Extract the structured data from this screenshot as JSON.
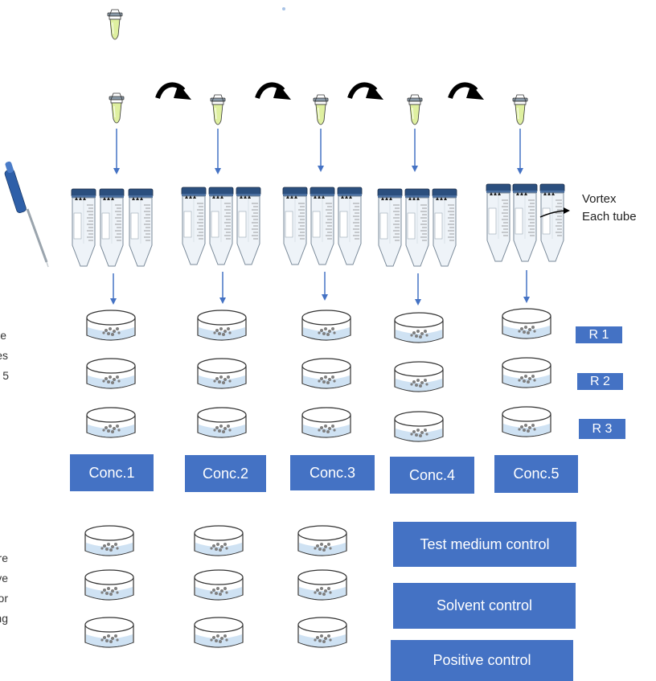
{
  "left_fragments": {
    "a1": "e",
    "a2": "es",
    "a3": "5",
    "b1": "are",
    "b2": "tive",
    "b3": "For",
    "b4": "ning"
  },
  "vortex_label": {
    "line1": "Vortex",
    "line2": "Each tube"
  },
  "concentrations": [
    "Conc.1",
    "Conc.2",
    "Conc.3",
    "Conc.4",
    "Conc.5"
  ],
  "replicates": [
    "R 1",
    "R 2",
    "R 3"
  ],
  "controls": [
    "Test medium control",
    "Solvent control",
    "Positive control"
  ],
  "colors": {
    "box_blue": "#4472c4",
    "arrow_blue": "#4472c4",
    "tube_liquid": "#dff0a0",
    "cap_blue": "#2b4f7e",
    "dish_water": "#cfe2f3"
  },
  "icons": [
    "micropipette-icon",
    "microcentrifuge-tube-icon",
    "curved-transfer-arrow-icon",
    "falcon-tube-icon",
    "petri-dish-icon"
  ]
}
